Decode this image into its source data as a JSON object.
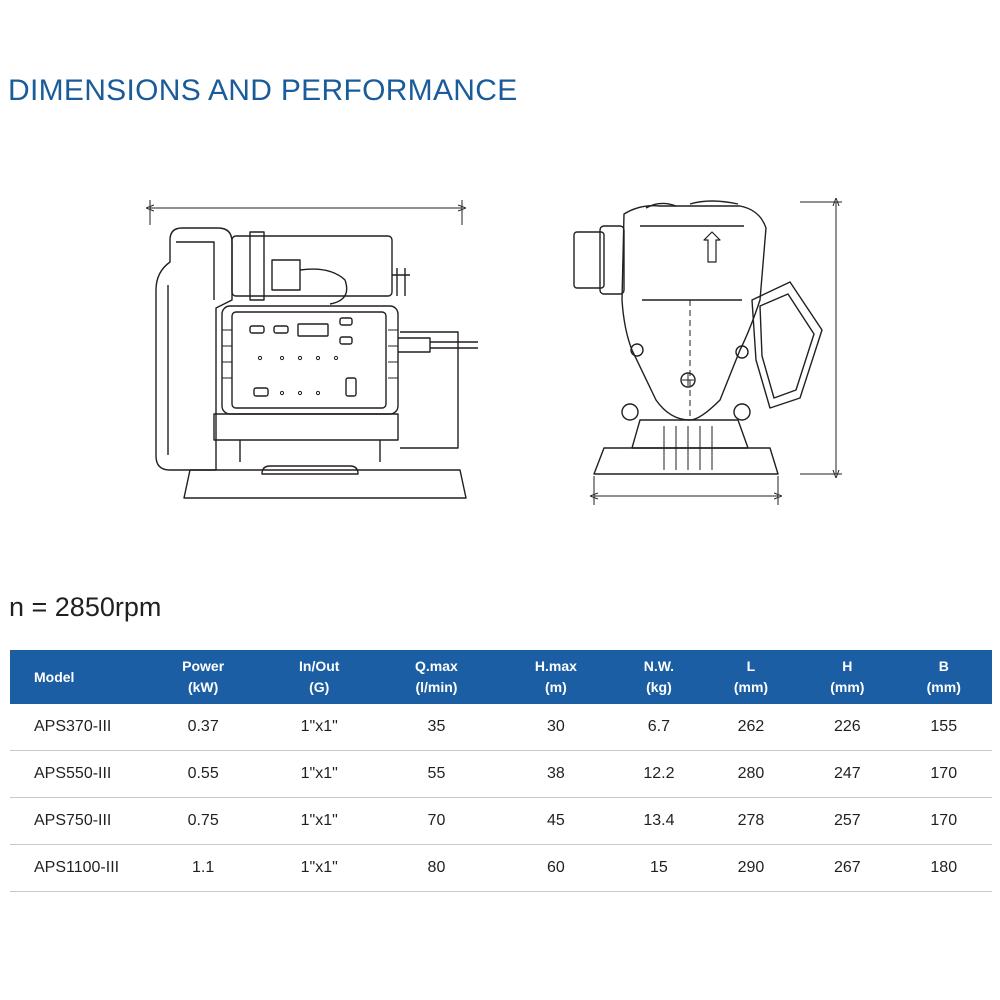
{
  "title": "DIMENSIONS AND PERFORMANCE",
  "speed": "n = 2850rpm",
  "colors": {
    "accent": "#1b5ea3",
    "title": "#1a5c9a",
    "drawing_stroke": "#231f20"
  },
  "table": {
    "headers": [
      {
        "line1": "Model",
        "line2": ""
      },
      {
        "line1": "Power",
        "line2": "(kW)"
      },
      {
        "line1": "In/Out",
        "line2": "(G)"
      },
      {
        "line1": "Q.max",
        "line2": "(l/min)"
      },
      {
        "line1": "H.max",
        "line2": "(m)"
      },
      {
        "line1": "N.W.",
        "line2": "(kg)"
      },
      {
        "line1": "L",
        "line2": "(mm)"
      },
      {
        "line1": "H",
        "line2": "(mm)"
      },
      {
        "line1": "B",
        "line2": "(mm)"
      }
    ],
    "rows": [
      [
        "APS370-III",
        "0.37",
        "1\"x1\"",
        "35",
        "30",
        "6.7",
        "262",
        "226",
        "155"
      ],
      [
        "APS550-III",
        "0.55",
        "1\"x1\"",
        "55",
        "38",
        "12.2",
        "280",
        "247",
        "170"
      ],
      [
        "APS750-III",
        "0.75",
        "1\"x1\"",
        "70",
        "45",
        "13.4",
        "278",
        "257",
        "170"
      ],
      [
        "APS1100-III",
        "1.1",
        "1\"x1\"",
        "80",
        "60",
        "15",
        "290",
        "267",
        "180"
      ]
    ]
  }
}
